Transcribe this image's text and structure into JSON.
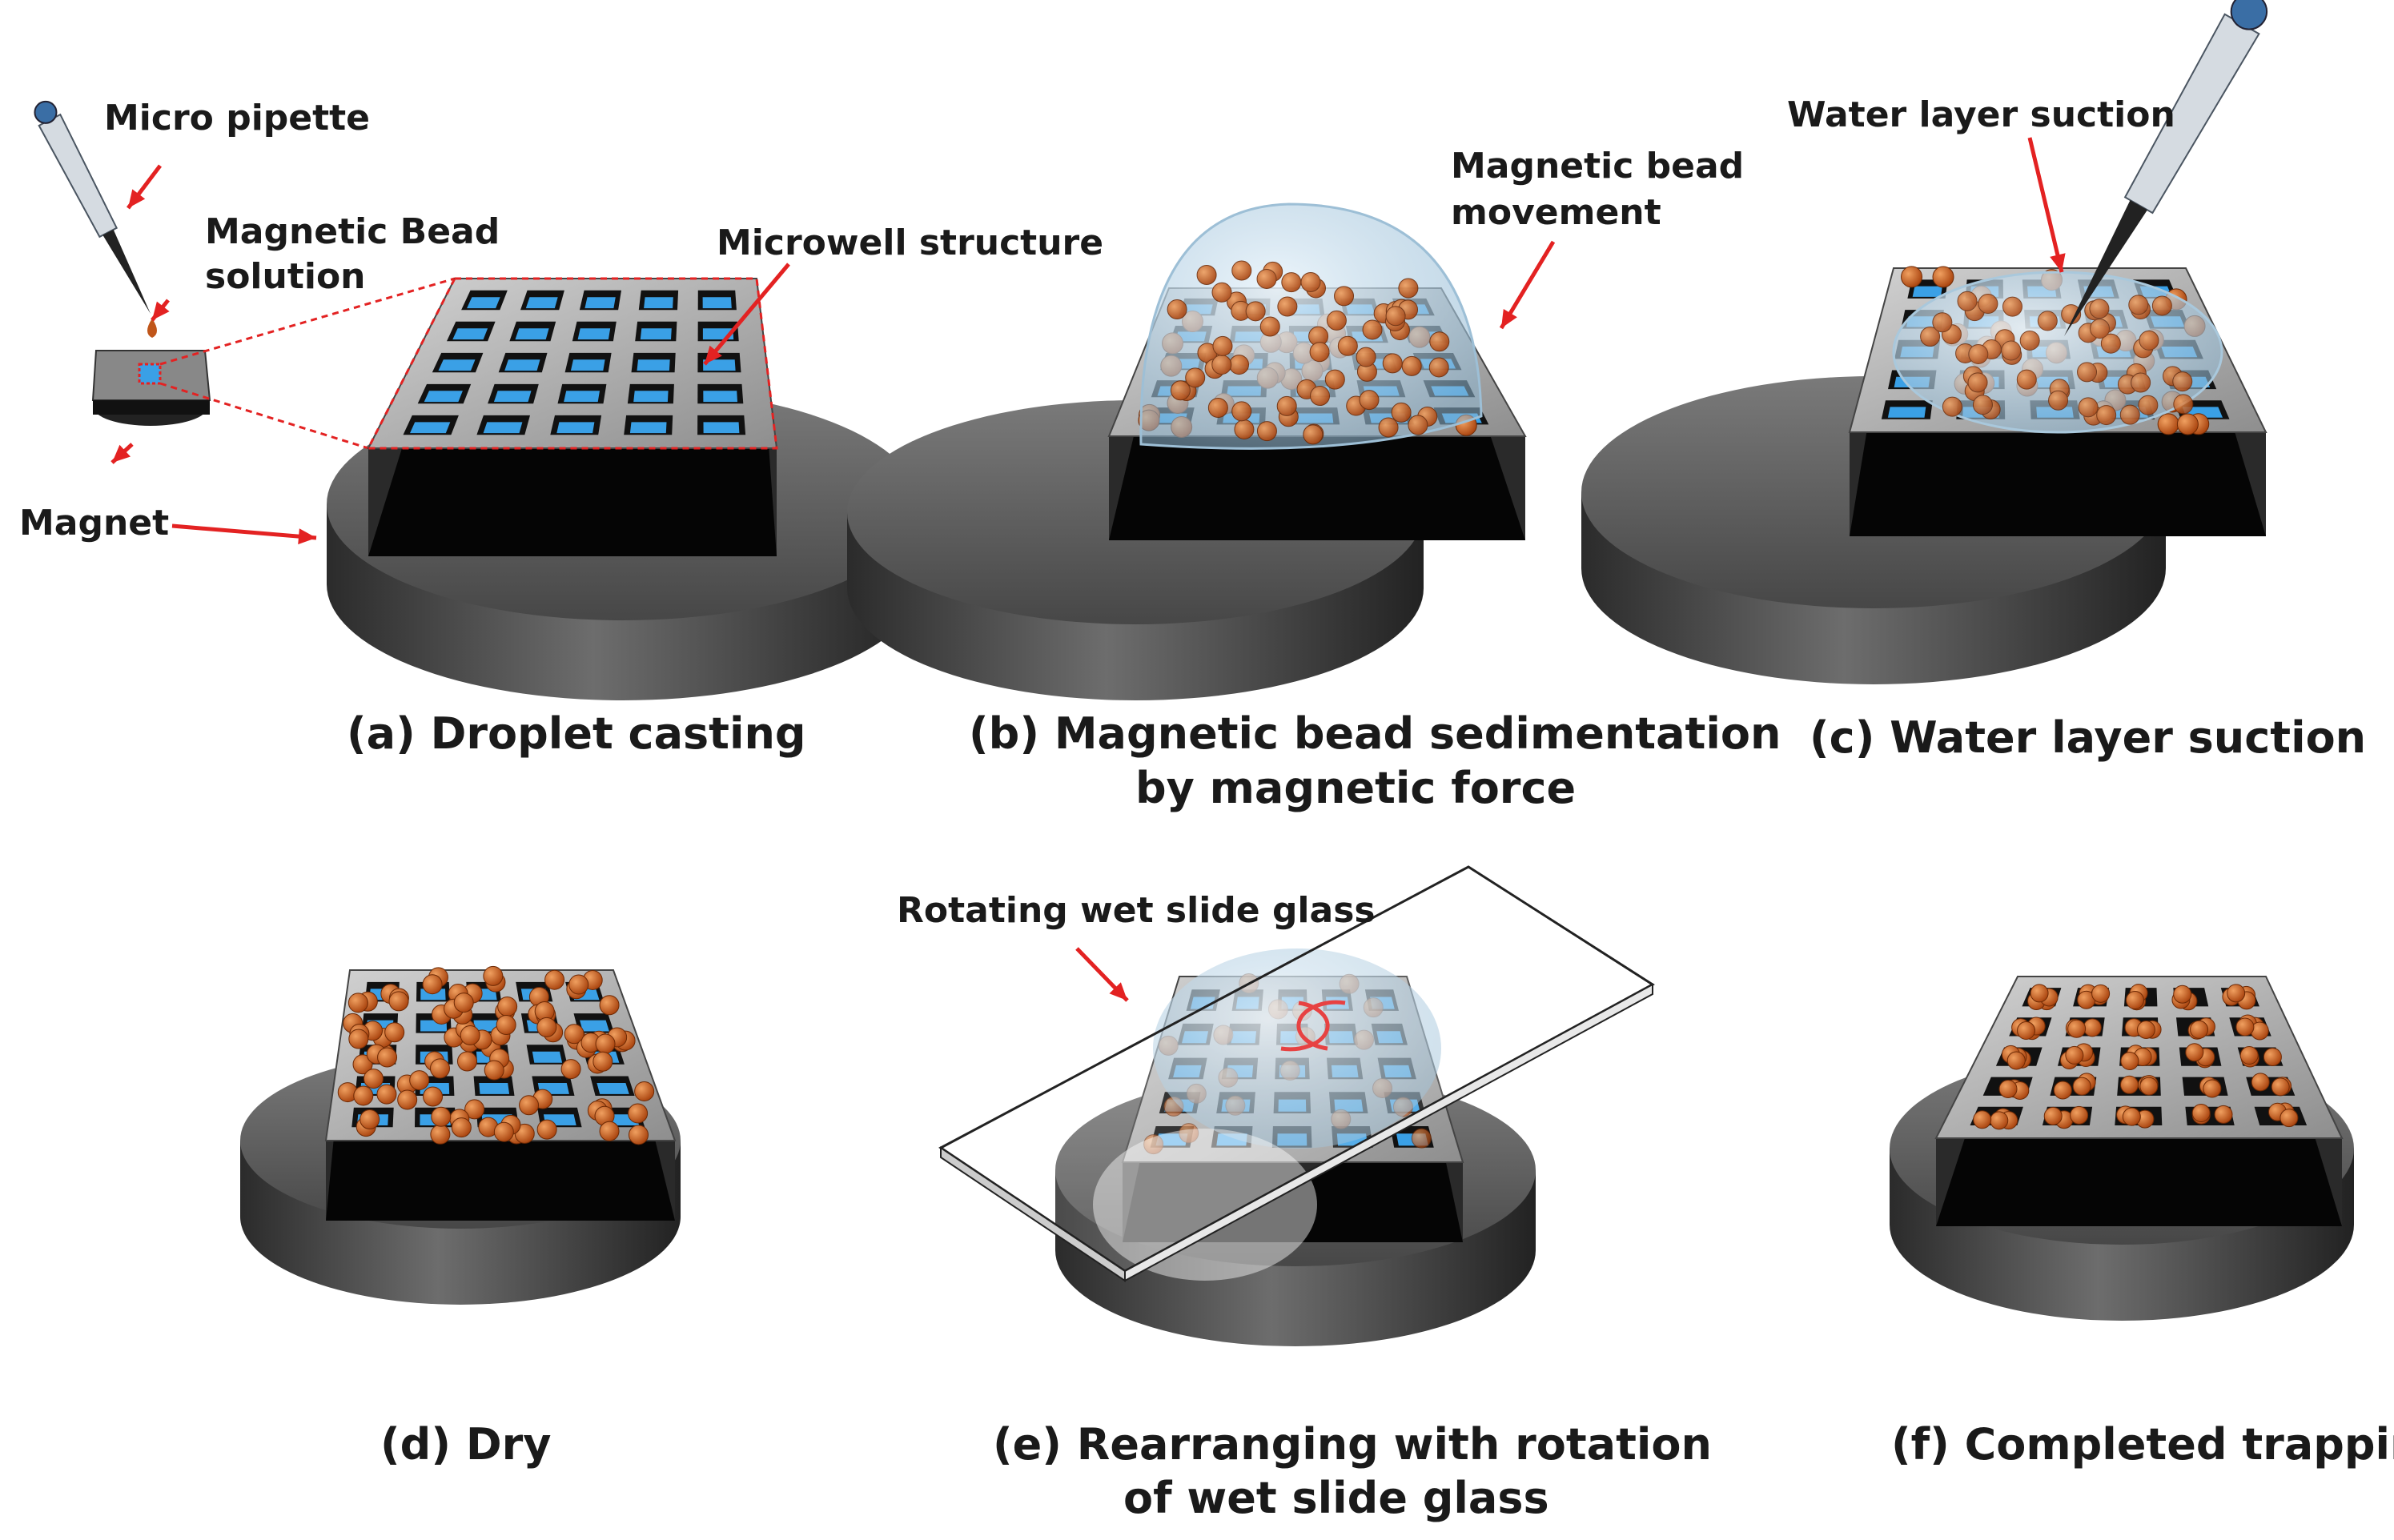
{
  "annotations": {
    "micro_pipette": "Micro pipette",
    "magnetic_bead_line1": "Magnetic Bead",
    "magnetic_bead_line2": "solution",
    "magnet": "Magnet",
    "microwell_structure": "Microwell structure",
    "bead_movement_line1": "Magnetic bead",
    "bead_movement_line2": "movement",
    "water_layer_suction": "Water layer suction",
    "rotating_slide_glass": "Rotating wet slide glass"
  },
  "panels": [
    {
      "id": "a",
      "caption_line1": "(a) Droplet casting",
      "caption_line2": ""
    },
    {
      "id": "b",
      "caption_line1": "(b) Magnetic bead sedimentation",
      "caption_line2": "by magnetic force"
    },
    {
      "id": "c",
      "caption_line1": "(c) Water layer suction",
      "caption_line2": ""
    },
    {
      "id": "d",
      "caption_line1": "(d) Dry",
      "caption_line2": ""
    },
    {
      "id": "e",
      "caption_line1": "(e) Rearranging with rotation",
      "caption_line2": "of wet slide glass"
    },
    {
      "id": "f",
      "caption_line1": "(f) Completed trapping",
      "caption_line2": ""
    }
  ],
  "colors": {
    "arrow": "#e32222",
    "bead": "#c0561a",
    "well_fill": "#3aa0e6",
    "chip_top": "#b9b9b9",
    "magnet_body": "#3d3d3d"
  }
}
